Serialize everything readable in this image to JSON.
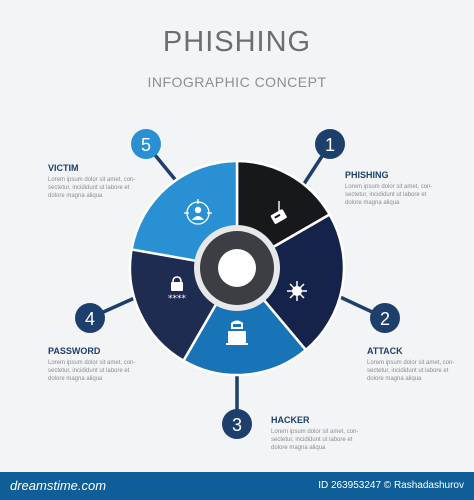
{
  "header": {
    "title": "PHISHING",
    "subtitle": "INFOGRAPHIC CONCEPT"
  },
  "colors": {
    "navy": "#1d3f6b",
    "segment_black": "#17181c",
    "segment_navy": "#15234a",
    "segment_dark": "#1f2c52",
    "segment_blue": "#1873b7",
    "segment_light": "#2a90d4",
    "center": "#3c3e43",
    "footer": "#0f5e97"
  },
  "steps": [
    {
      "number": "1",
      "label": "PHISHING",
      "icon": "hook-card-icon",
      "description": [
        "Lorem ipsum dolor sit amet, con-",
        "sectetur, incididunt ut labore et",
        "dolore magna aliqua"
      ]
    },
    {
      "number": "2",
      "label": "ATTACK",
      "icon": "virus-icon",
      "description": [
        "Lorem ipsum dolor sit amet, con-",
        "sectetur, incididunt ut labore et",
        "dolore magna aliqua"
      ]
    },
    {
      "number": "3",
      "label": "HACKER",
      "icon": "hacker-laptop-icon",
      "description": [
        "Lorem ipsum dolor sit amet, con-",
        "sectetur, incididunt ut labore et",
        "dolore magna aliqua"
      ]
    },
    {
      "number": "4",
      "label": "PASSWORD",
      "icon": "lock-password-icon",
      "description": [
        "Lorem ipsum dolor sit amet, con-",
        "sectetur, incididunt ut labore et",
        "dolore magna aliqua"
      ]
    },
    {
      "number": "5",
      "label": "VICTIM",
      "icon": "target-person-icon",
      "description": [
        "Lorem ipsum dolor sit amet, con-",
        "sectetur, incididunt ut labore et",
        "dolore magna aliqua"
      ]
    }
  ],
  "footer": {
    "brand": "dreamstime.com",
    "id_text": "ID 263953247 © Rashadashurov"
  }
}
